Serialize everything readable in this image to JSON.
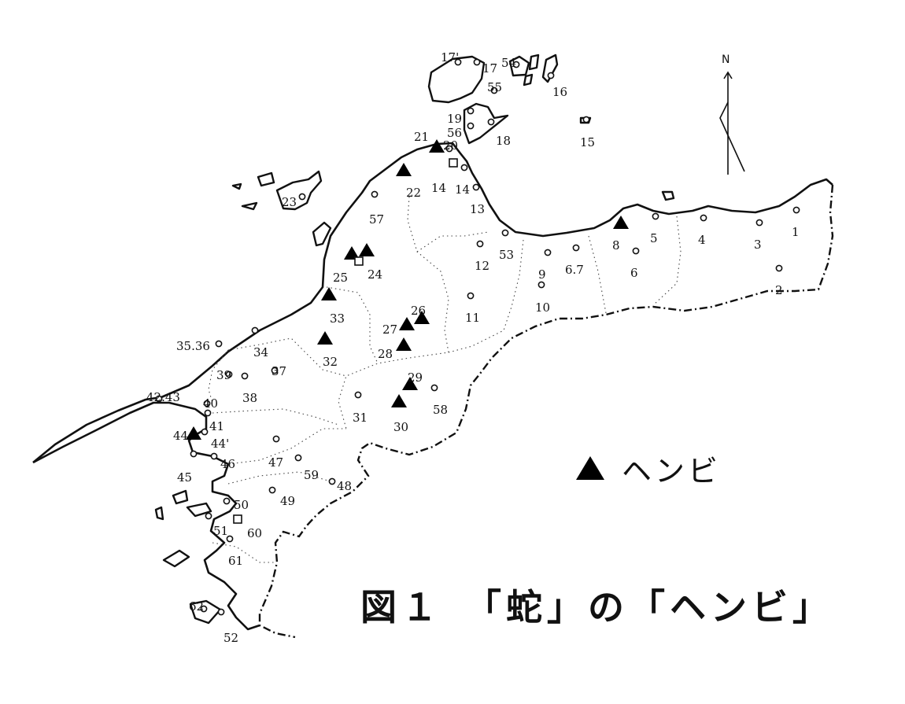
{
  "caption": "図１　「蛇」の「ヘンビ」",
  "legend": {
    "symbol": "triangle",
    "label": "ヘンビ"
  },
  "north_label": "N",
  "dots": [
    {
      "label": "1"
    },
    {
      "label": "2"
    },
    {
      "label": "3"
    },
    {
      "label": "4"
    },
    {
      "label": "5"
    },
    {
      "label": "6"
    },
    {
      "label": "6.7"
    },
    {
      "label": "9"
    },
    {
      "label": "10"
    },
    {
      "label": "11"
    },
    {
      "label": "12"
    },
    {
      "label": "53"
    },
    {
      "label": "13"
    },
    {
      "label": "14"
    },
    {
      "label": "15"
    },
    {
      "label": "16"
    },
    {
      "label": "17"
    },
    {
      "label": "17'"
    },
    {
      "label": "54"
    },
    {
      "label": "55"
    },
    {
      "label": "18"
    },
    {
      "label": "19"
    },
    {
      "label": "56"
    },
    {
      "label": "20"
    },
    {
      "label": "23"
    },
    {
      "label": "57"
    },
    {
      "label": "31"
    },
    {
      "label": "58"
    },
    {
      "label": "34"
    },
    {
      "label": "35.36"
    },
    {
      "label": "37"
    },
    {
      "label": "38"
    },
    {
      "label": "39"
    },
    {
      "label": "40"
    },
    {
      "label": "41"
    },
    {
      "label": "42.43"
    },
    {
      "label": "44'"
    },
    {
      "label": "45"
    },
    {
      "label": "46"
    },
    {
      "label": "47"
    },
    {
      "label": "59"
    },
    {
      "label": "48"
    },
    {
      "label": "49"
    },
    {
      "label": "50"
    },
    {
      "label": "51"
    },
    {
      "label": "61"
    },
    {
      "label": "62"
    },
    {
      "label": "52"
    }
  ],
  "triangles": [
    {
      "label": "8"
    },
    {
      "label": "21"
    },
    {
      "label": "22"
    },
    {
      "label": "24"
    },
    {
      "label": "25"
    },
    {
      "label": "26"
    },
    {
      "label": "27"
    },
    {
      "label": "28"
    },
    {
      "label": "29"
    },
    {
      "label": "30"
    },
    {
      "label": "32"
    },
    {
      "label": "33"
    },
    {
      "label": "44"
    }
  ],
  "squares": [
    {
      "label": "14"
    },
    {
      "label": "25"
    },
    {
      "label": "60"
    }
  ]
}
